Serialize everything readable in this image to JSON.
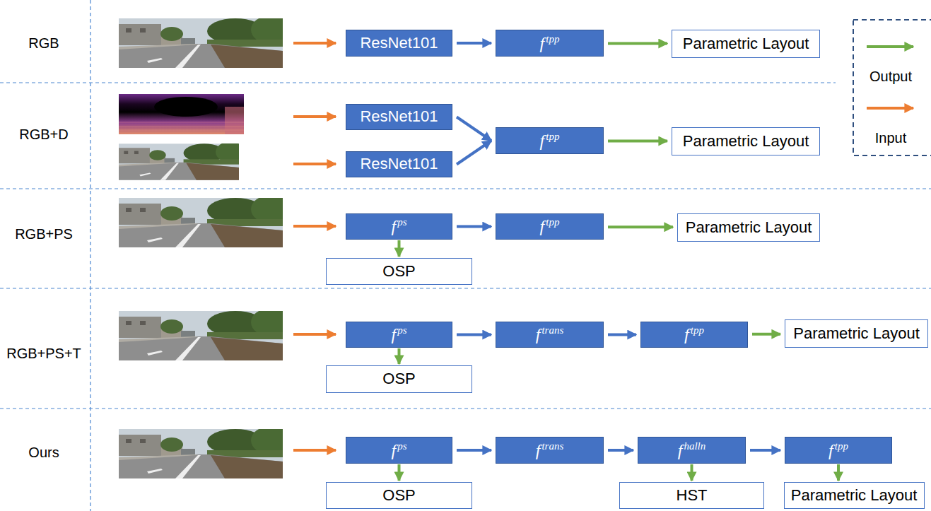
{
  "diagram": {
    "nodes": [
      {
        "text": [
          "ResNet101"
        ]
      },
      {
        "text": [
          "f",
          "tpp"
        ]
      },
      {
        "text": [
          "Parametric Layout"
        ]
      },
      {
        "text": [
          "ResNet101"
        ]
      },
      {
        "text": [
          "ResNet101"
        ]
      },
      {
        "text": [
          "f",
          "tpp"
        ]
      },
      {
        "text": [
          "Parametric Layout"
        ]
      },
      {
        "text": [
          "f",
          "ps"
        ]
      },
      {
        "text": [
          "f",
          "tpp"
        ]
      },
      {
        "text": [
          "Parametric Layout"
        ]
      },
      {
        "text": [
          "OSP"
        ]
      },
      {
        "text": [
          "f",
          "ps"
        ]
      },
      {
        "text": [
          "f",
          "trans"
        ]
      },
      {
        "text": [
          "f",
          "tpp"
        ]
      },
      {
        "text": [
          "Parametric Layout"
        ]
      },
      {
        "text": [
          "OSP"
        ]
      },
      {
        "text": [
          "f",
          "ps"
        ]
      },
      {
        "text": [
          "f",
          "trans"
        ]
      },
      {
        "text": [
          "f",
          "halln"
        ]
      },
      {
        "text": [
          "f",
          "tpp"
        ]
      },
      {
        "text": [
          "OSP"
        ]
      },
      {
        "text": [
          "HST"
        ]
      },
      {
        "text": [
          "Parametric Layout"
        ]
      }
    ],
    "edges": [
      {
        "from": 0,
        "to": 1,
        "arrow": "to"
      },
      {
        "from": 1,
        "to": 2,
        "arrow": "to"
      },
      {
        "from": 3,
        "to": 5,
        "arrow": "to"
      },
      {
        "from": 4,
        "to": 5,
        "arrow": "to"
      },
      {
        "from": 5,
        "to": 6,
        "arrow": "to"
      },
      {
        "from": 7,
        "to": 8,
        "arrow": "to"
      },
      {
        "from": 8,
        "to": 9,
        "arrow": "to"
      },
      {
        "from": 7,
        "to": 10,
        "arrow": "to"
      },
      {
        "from": 11,
        "to": 12,
        "arrow": "to"
      },
      {
        "from": 12,
        "to": 13,
        "arrow": "to"
      },
      {
        "from": 13,
        "to": 14,
        "arrow": "to"
      },
      {
        "from": 11,
        "to": 15,
        "arrow": "to"
      },
      {
        "from": 16,
        "to": 17,
        "arrow": "to"
      },
      {
        "from": 17,
        "to": 18,
        "arrow": "to"
      },
      {
        "from": 18,
        "to": 19,
        "arrow": "to"
      },
      {
        "from": 16,
        "to": 20,
        "arrow": "to"
      },
      {
        "from": 18,
        "to": 21,
        "arrow": "to"
      },
      {
        "from": 19,
        "to": 22,
        "arrow": "to"
      }
    ],
    "labels": [
      "RGB",
      "RGB+D",
      "RGB+PS",
      "RGB+PS+T",
      "Ours"
    ],
    "legend": [
      {
        "text": "Output"
      },
      {
        "text": "Input"
      }
    ]
  }
}
